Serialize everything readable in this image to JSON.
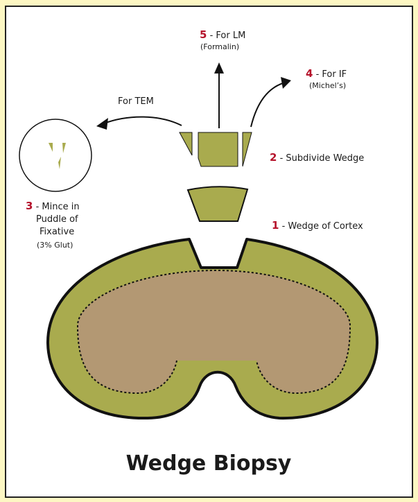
{
  "title": "Wedge Biopsy",
  "colors": {
    "tissue_green": "#a9ab4e",
    "medulla_tan": "#b39873",
    "number_red": "#b5122b",
    "outline": "#111111",
    "background": "#fdf7c3"
  },
  "steps": [
    {
      "number": "1",
      "text": " - Wedge of Cortex",
      "sub": ""
    },
    {
      "number": "2",
      "text": " - Subdivide Wedge",
      "sub": ""
    },
    {
      "number": "3",
      "text": " - Mince in",
      "sub": ""
    },
    {
      "number": "4",
      "text": " - For IF",
      "sub": "(Michel’s)"
    },
    {
      "number": "5",
      "text": " - For LM",
      "sub": "(Formalin)"
    }
  ],
  "step3_extra": [
    "Puddle of",
    "Fixative",
    "(3% Glut)"
  ],
  "for_tem": "For TEM"
}
